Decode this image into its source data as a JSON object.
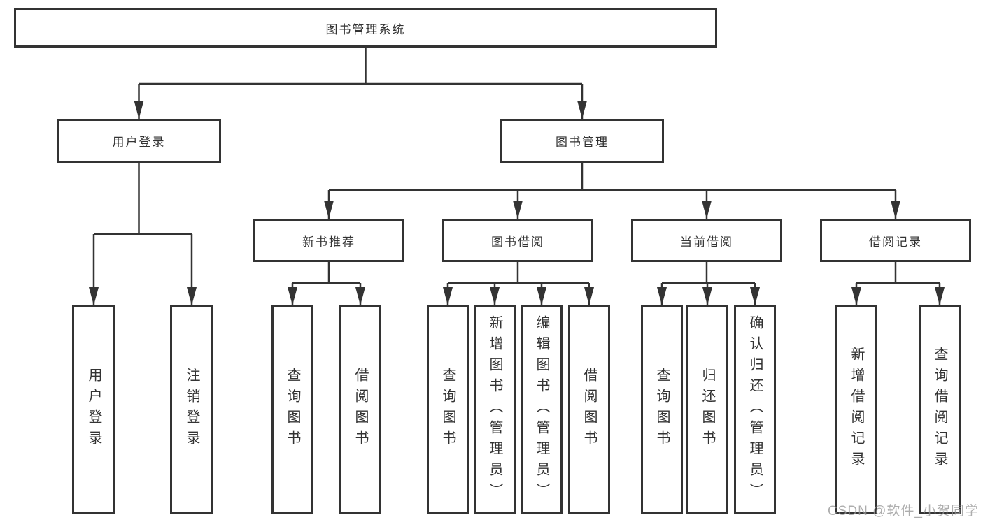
{
  "colors": {
    "line": "#333333",
    "text": "#333333",
    "watermark": "#969696"
  },
  "diagram": {
    "root": "图书管理系统",
    "level2": {
      "user_login": "用户登录",
      "book_mgmt": "图书管理"
    },
    "level3": {
      "new_book": "新书推荐",
      "book_borrow": "图书借阅",
      "current_borrow": "当前借阅",
      "borrow_records": "借阅记录"
    },
    "leaves": {
      "user_login": [
        "用户登录",
        "注销登录"
      ],
      "new_book": [
        "查询图书",
        "借阅图书"
      ],
      "book_borrow": [
        "查询图书",
        "新增图书（管理员）",
        "编辑图书（管理员）",
        "借阅图书"
      ],
      "current_borrow": [
        "查询图书",
        "归还图书",
        "确认归还（管理员）"
      ],
      "borrow_records": [
        "新增借阅记录",
        "查询借阅记录"
      ]
    }
  },
  "watermark": "CSDN @软件_小贺同学"
}
